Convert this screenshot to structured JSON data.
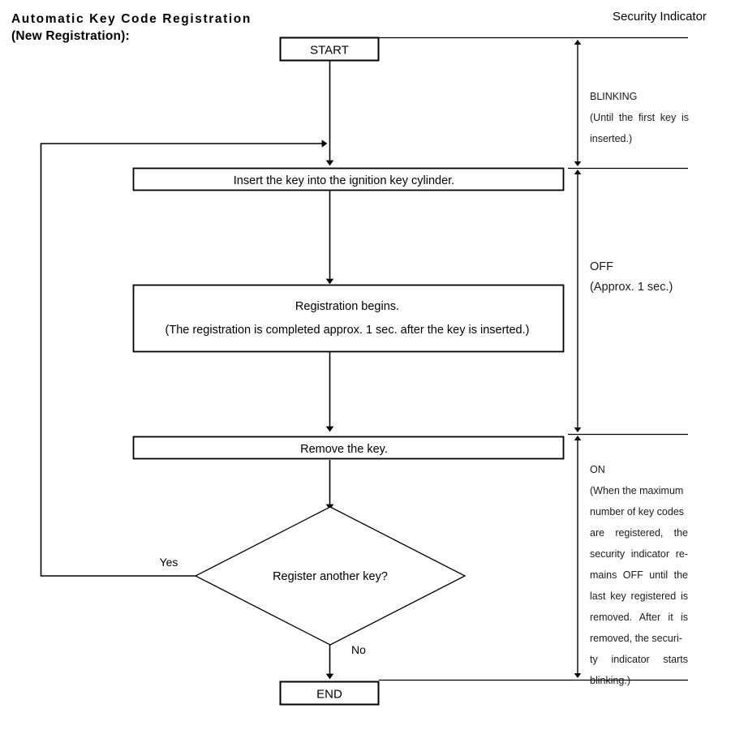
{
  "title": {
    "line1": "Automatic Key Code Registration",
    "line2": "(New Registration):"
  },
  "column_header": "Security Indicator",
  "flow": {
    "start": "START",
    "end": "END",
    "steps": [
      {
        "text": "Insert the key into the ignition key cylinder."
      },
      {
        "line1": "Registration begins.",
        "line2": "(The registration is completed approx. 1 sec. after the key is inserted.)"
      },
      {
        "text": "Remove the key."
      }
    ],
    "decision": "Register another key?",
    "branch_yes": "Yes",
    "branch_no": "No"
  },
  "indicator_states": [
    {
      "id": "blinking",
      "state": "BLINKING",
      "detail_lines": [
        "(Until the first key is",
        "inserted.)"
      ]
    },
    {
      "id": "off",
      "state": "OFF",
      "detail_lines": [
        "(Approx. 1 sec.)"
      ]
    },
    {
      "id": "on",
      "state": "ON",
      "detail_lines": [
        "(When the maximum",
        "number of key codes",
        "are registered, the",
        "security indicator re-",
        "mains OFF until the",
        "last key registered is",
        "removed. After it is",
        "removed, the securi-",
        "ty indicator starts",
        "blinking.)"
      ]
    }
  ],
  "colors": {
    "stroke": "#000000",
    "background": "#ffffff",
    "text": "#000000"
  }
}
